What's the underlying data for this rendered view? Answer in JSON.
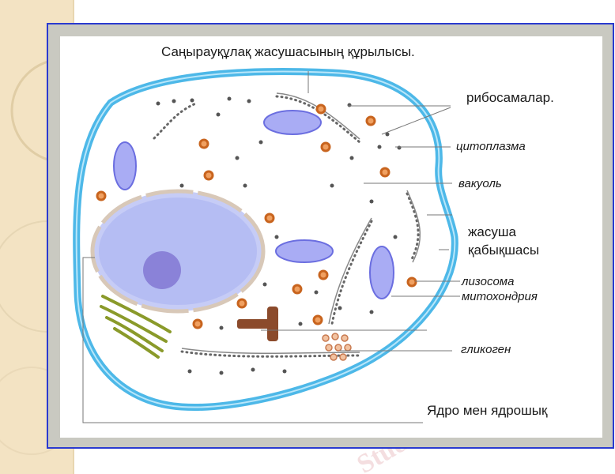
{
  "title": "Саңырауқұлақ жасушасының құрылысы.",
  "labels": {
    "ribosomes": "рибосамалар.",
    "cytoplasm": "цитоплазма",
    "vacuole": "вакуоль",
    "membrane_line1": "жасуша",
    "membrane_line2": "қабықшасы",
    "lysosome": "лизосома",
    "mitochondria": "митохондрия",
    "glycogen": "гликоген",
    "nucleus": "Ядро мен ядрошық"
  },
  "watermark": "Stud.kz",
  "colors": {
    "cell_wall": "#4db8e8",
    "nucleus": "#9aa4f0",
    "mitochondria": "#7b7ee6",
    "lysosome": "#c8641e",
    "golgi": "#8a9a2a",
    "centriole": "#8b4a2b",
    "frame": "#c9c9c1",
    "side_strip": "#f3e3c3"
  }
}
